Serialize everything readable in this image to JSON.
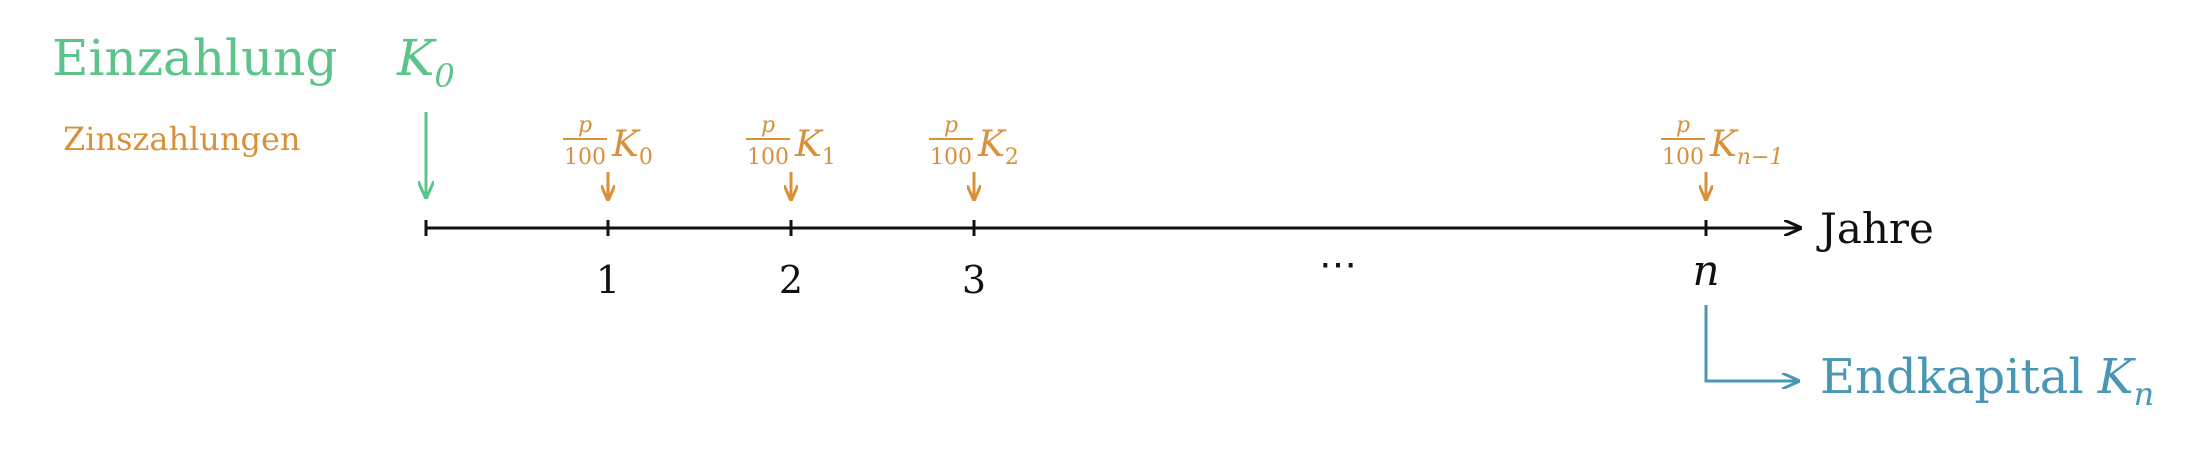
{
  "left_labels": {
    "deposit": "Einzahlung",
    "deposit_symbol": "K",
    "deposit_subscript": "0",
    "interest": "Zinszahlungen"
  },
  "axis": {
    "label": "Jahre",
    "ticks": [
      "1",
      "2",
      "3",
      "n"
    ],
    "ellipsis": "⋯"
  },
  "interest_payments": [
    {
      "frac_top": "p",
      "frac_bottom": "100",
      "symbol": "K",
      "subscript": "0"
    },
    {
      "frac_top": "p",
      "frac_bottom": "100",
      "symbol": "K",
      "subscript": "1"
    },
    {
      "frac_top": "p",
      "frac_bottom": "100",
      "symbol": "K",
      "subscript": "2"
    },
    {
      "frac_top": "p",
      "frac_bottom": "100",
      "symbol": "K",
      "subscript": "n−1"
    }
  ],
  "final_capital": {
    "label": "Endkapital",
    "symbol": "K",
    "subscript": "n"
  },
  "colors": {
    "deposit": "#5cc48a",
    "interest": "#d8913a",
    "final": "#4a97b5",
    "axis": "#111111"
  }
}
